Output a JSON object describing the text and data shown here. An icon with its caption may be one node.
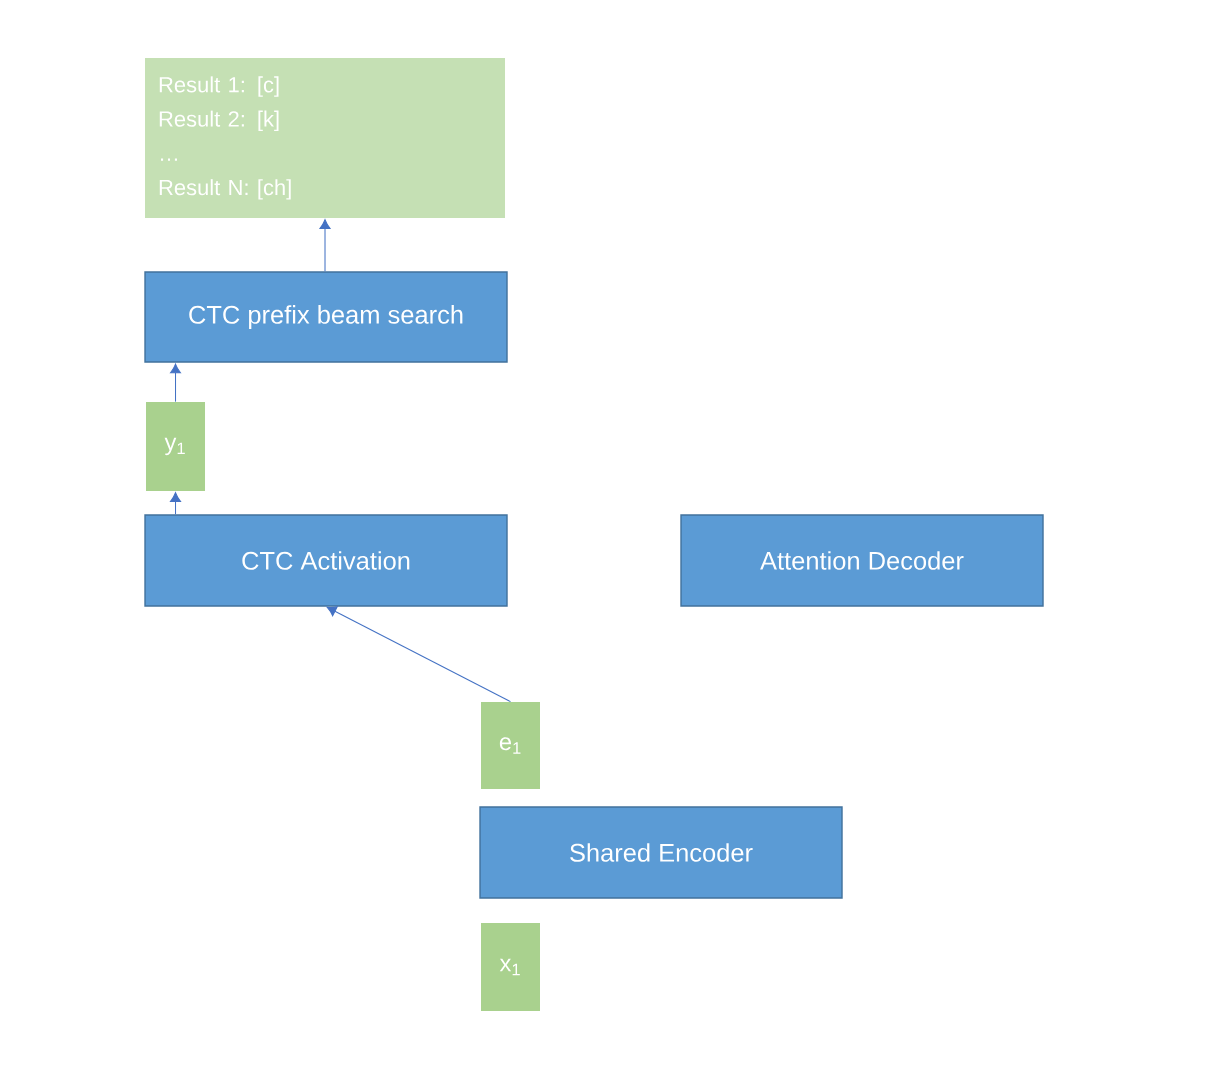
{
  "diagram": {
    "nodes": [
      {
        "text": [
          "Result 1: [c]",
          "Result 2: [k]",
          "…",
          "Result N: [ch]"
        ]
      },
      {
        "text": [
          "CTC prefix beam search"
        ]
      },
      {
        "text": [
          "y$_{1}$"
        ]
      },
      {
        "text": [
          "CTC Activation"
        ]
      },
      {
        "text": [
          "Attention Decoder"
        ]
      },
      {
        "text": [
          "e$_{1}$"
        ]
      },
      {
        "text": [
          "Shared Encoder"
        ]
      },
      {
        "text": [
          "x$_{1}$"
        ]
      }
    ],
    "edges": [
      {
        "from": 1,
        "to": 0,
        "arrow": "to"
      },
      {
        "from": 2,
        "to": 1,
        "arrow": "to"
      },
      {
        "from": 3,
        "to": 2,
        "arrow": "to"
      },
      {
        "from": 5,
        "to": 3,
        "arrow": "to"
      }
    ]
  }
}
